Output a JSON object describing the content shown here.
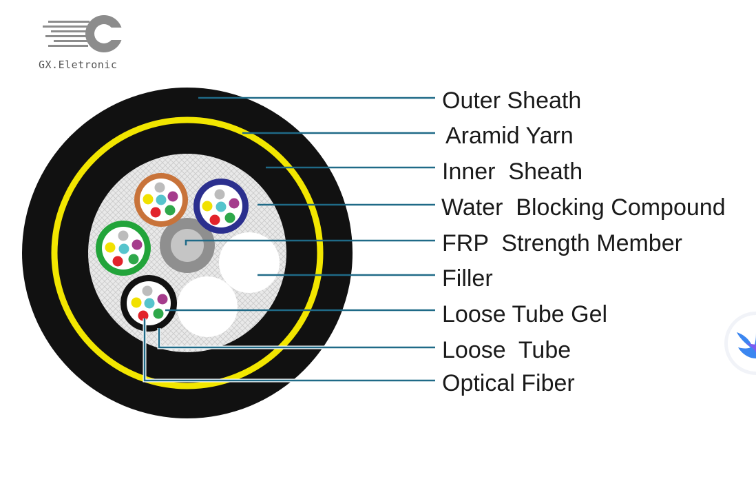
{
  "brand": {
    "name": "GX.Eletronic",
    "logo_icon": "c-letter-logo"
  },
  "labels": [
    "Outer Sheath",
    "Aramid Yarn",
    "Inner  Sheath",
    "Water  Blocking Compound",
    "FRP  Strength Member",
    "Filler",
    "Loose Tube Gel",
    "Loose  Tube",
    "Optical Fiber"
  ],
  "colors": {
    "outer_sheath": "#111111",
    "aramid_yarn": "#f2e600",
    "water_blocking": "#dcdcdc",
    "frp": "#8f8f8f",
    "leader_line": "#1f6a87",
    "tube_orange": "#c8733a",
    "tube_blue": "#2b2f8e",
    "tube_green": "#22a43a",
    "tube_black": "#111111",
    "fiber_colors": [
      "#bcbcbc",
      "#a53c8c",
      "#2ea84a",
      "#e2232a",
      "#f1e100",
      "#56c4cc"
    ]
  },
  "side_widget": {
    "icon": "bird-icon"
  }
}
